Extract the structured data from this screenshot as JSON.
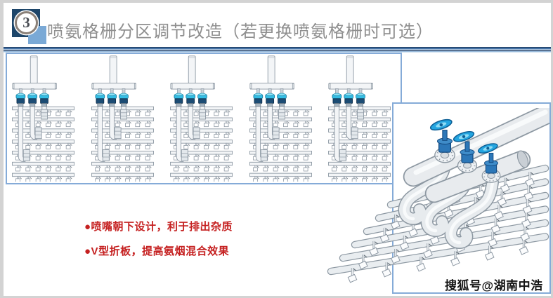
{
  "slide": {
    "header": {
      "badge_number": "3",
      "title": "喷氨格栅分区调节改造（若更换喷氨格栅时可选）"
    },
    "bullets": [
      "●喷嘴朝下设计，利于排出杂质",
      "●V型折板，提高氨烟混合效果"
    ],
    "watermark": "搜狐号@湖南中浩",
    "figures": {
      "grid_schematic": {
        "units": 5,
        "valves_per_unit": 3,
        "lateral_rows": 7,
        "nozzles_per_row": 6
      },
      "render_3d": {
        "valves": 3,
        "lateral_rows": 6
      }
    },
    "colors": {
      "accent_red": "#C52020",
      "title_gray": "#8F8F8F",
      "panel_border": "#85ABD8",
      "badge_navy": "#1D4569",
      "badge_light_blue": "#7AA9D6",
      "valve_cyan": "#35BDE4",
      "valve_navy": "#1C4C74",
      "pipe_outline": "#8D98A2"
    }
  }
}
